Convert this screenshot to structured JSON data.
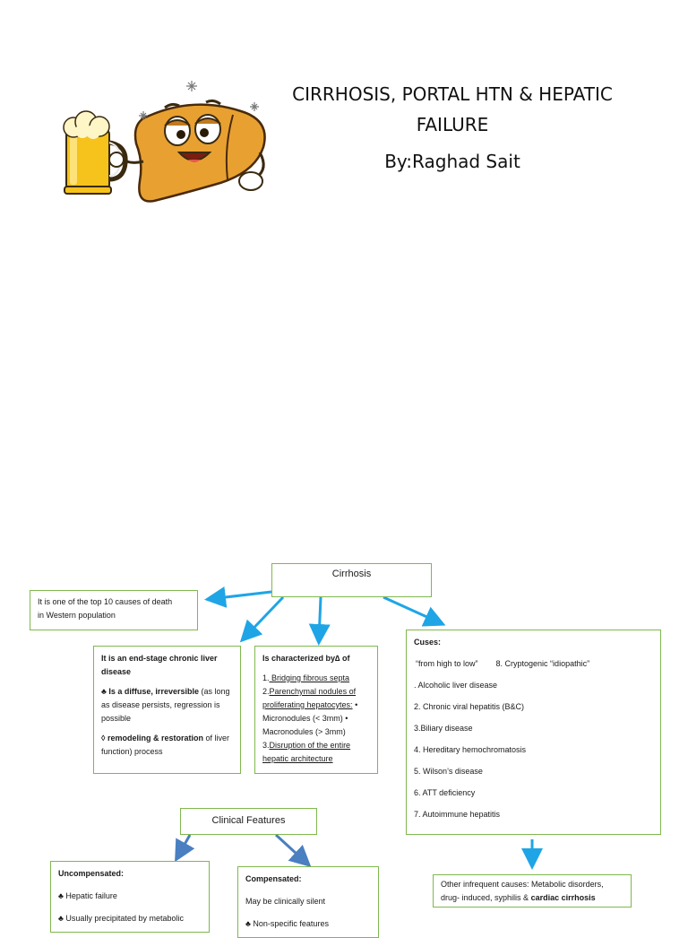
{
  "header": {
    "title_line1": "CIRRHOSIS, PORTAL HTN & HEPATIC",
    "title_line2": "FAILURE",
    "author": "By:Raghad Sait"
  },
  "illustration": {
    "icon": "cartoon-liver-with-beer-mug"
  },
  "colors": {
    "box_border": "#7fb84e",
    "arrow_blue": "#1fa5e6",
    "arrow_steel": "#4a7fc1"
  },
  "map": {
    "root": "Cirrhosis",
    "death_box": {
      "line1": "It is one of the top 10 causes of death",
      "line2": "in Western population"
    },
    "end_stage": {
      "heading_line1": "It is an end-stage chronic liver",
      "heading_line2": "disease",
      "p1_bullet": "♣",
      "p1_bold": "Is a diffuse, irreversible",
      "p1_text": "(as long as disease persists, regression is possible",
      "p2_bullet": "◊",
      "p2_bold": "remodeling & restoration",
      "p2_text": "of liver function) process"
    },
    "characterized": {
      "heading": "Is characterized by∆ of",
      "i1_num": "1.",
      "i1_text": " Bridging fibrous septa",
      "i2_num": "2.",
      "i2_text": "Parenchymal nodules of proliferating hepatocytes:",
      "i2_tail": " • Micronodules (< 3mm) • Macronodules (> 3mm)",
      "i3_num": "3.",
      "i3_text": "Disruption of the entire hepatic architecture"
    },
    "causes": {
      "heading": "Cuses:",
      "order": "“from high to low”",
      "extra": "8. Cryptogenic “idiopathic”",
      "items": [
        ". Alcoholic liver disease",
        "2. Chronic viral hepatitis (B&C)",
        "3.Biliary disease",
        "4. Hereditary hemochromatosis",
        "5. Wilson’s disease",
        "6. ATT deficiency",
        "7. Autoimmune hepatitis"
      ]
    },
    "other_causes": {
      "line1": "Other infrequent causes: Metabolic disorders,",
      "line2_text": "drug- induced, syphilis & ",
      "line2_bold": "cardiac cirrhosis"
    },
    "clinical": "Clinical Features",
    "uncompensated": {
      "heading": "Uncompensated:",
      "i1": "♣ Hepatic failure",
      "i2": "♣ Usually precipitated by metabolic"
    },
    "compensated": {
      "heading": "Compensated:",
      "i1": "May be clinically silent",
      "i2": "♣ Non-specific features"
    }
  }
}
